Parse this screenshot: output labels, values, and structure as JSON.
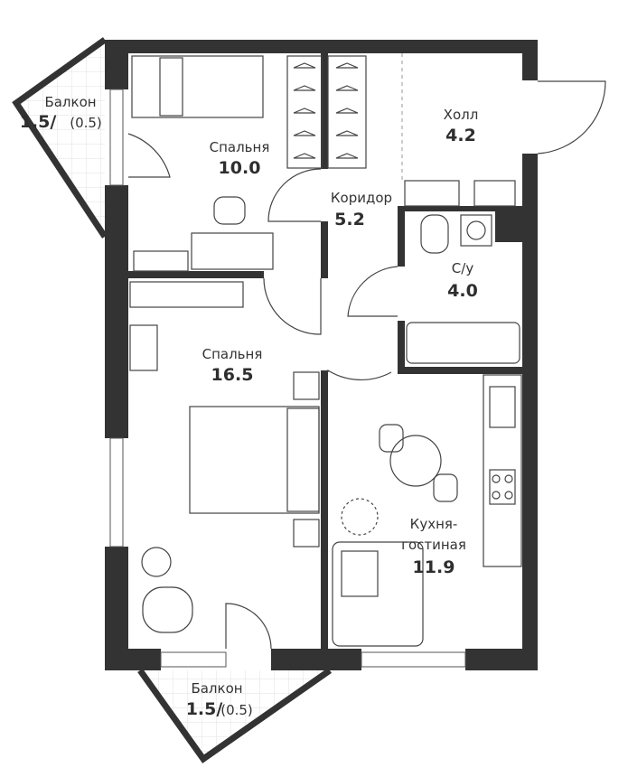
{
  "rooms": {
    "bedroom_small": {
      "name": "Спальня",
      "area": "10.0"
    },
    "hall": {
      "name": "Холл",
      "area": "4.2"
    },
    "corridor": {
      "name": "Коридор",
      "area": "5.2"
    },
    "bathroom": {
      "name": "С/у",
      "area": "4.0"
    },
    "bedroom_large": {
      "name": "Спальня",
      "area": "16.5"
    },
    "kitchen_living": {
      "name_line1": "Кухня-",
      "name_line2": "гостиная",
      "area": "11.9"
    },
    "balcony_top": {
      "name": "Балкон",
      "area": "1.5/",
      "area_reduced": "(0.5)"
    },
    "balcony_bottom": {
      "name": "Балкон",
      "area": "1.5/",
      "area_reduced": "(0.5)"
    }
  },
  "colors": {
    "wall": "#333333",
    "line": "#444444",
    "tile": "#e2e2e2"
  }
}
